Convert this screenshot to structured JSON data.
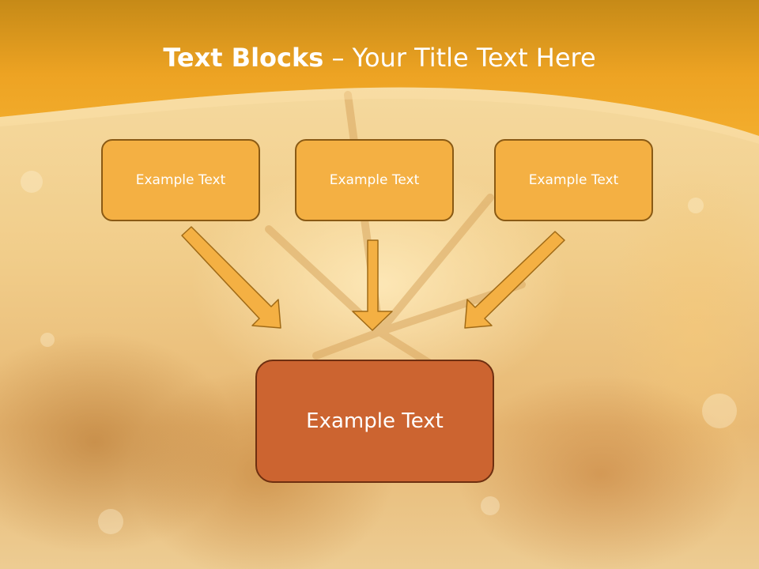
{
  "slide": {
    "title_strong": "Text Blocks",
    "title_rest": " – Your Title Text Here"
  },
  "diagram": {
    "top_boxes": [
      {
        "label": "Example Text"
      },
      {
        "label": "Example Text"
      },
      {
        "label": "Example Text"
      }
    ],
    "bottom_box": {
      "label": "Example Text"
    }
  },
  "colors": {
    "header": "#f2a11e",
    "box_fill": "#f4b043",
    "box_border": "#8a5a14",
    "arrow_fill": "#f4b043",
    "main_box_fill": "#cc6430",
    "main_box_border": "#6e2f10"
  }
}
